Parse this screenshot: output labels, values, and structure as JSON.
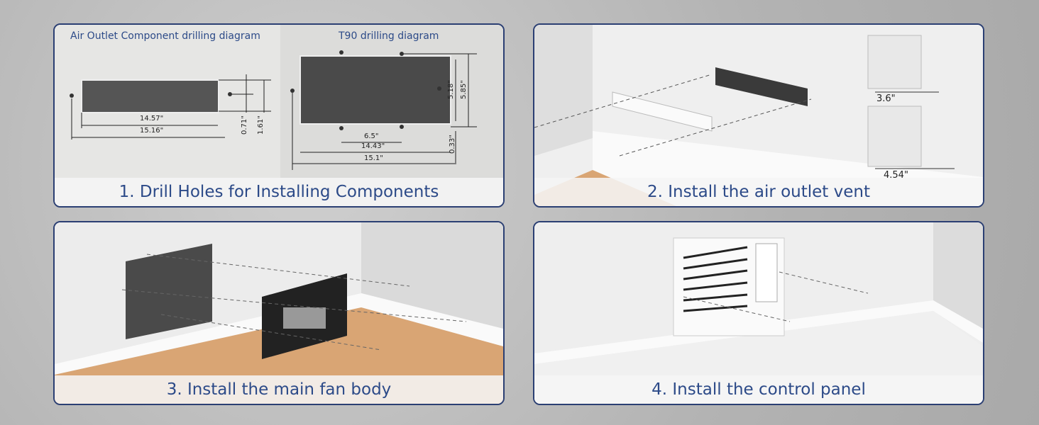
{
  "panels": [
    {
      "caption": "1. Drill Holes for Installing Components",
      "diagrams": [
        {
          "title": "Air Outlet Component drilling diagram",
          "dimensions": [
            "14.57\"",
            "15.16\"",
            "0.71\"",
            "1.61\""
          ]
        },
        {
          "title": "T90 drilling diagram",
          "dimensions": [
            "5.18\"",
            "5.85\"",
            "6.5\"",
            "14.43\"",
            "15.1\"",
            "0.33\""
          ]
        }
      ]
    },
    {
      "caption": "2. Install the air outlet vent",
      "dimensions": [
        "3.6\"",
        "4.54\""
      ]
    },
    {
      "caption": "3. Install the main fan body"
    },
    {
      "caption": "4. Install the control panel"
    }
  ],
  "colors": {
    "border": "#2b3f73",
    "caption": "#2c4a88",
    "floor": "#d9a574"
  }
}
